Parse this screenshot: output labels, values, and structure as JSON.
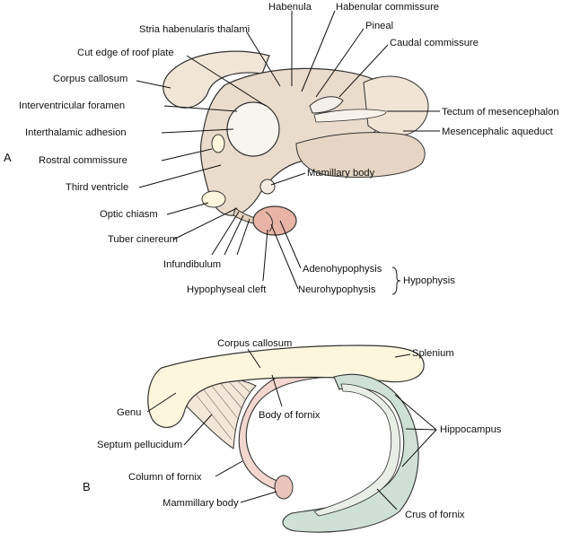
{
  "panel_a": {
    "letter": "A",
    "labels": {
      "habenula": "Habenula",
      "habenular_commissure": "Habenular commissure",
      "stria_habenularis": "Stria habenularis thalami",
      "pineal": "Pineal",
      "cut_edge": "Cut edge of roof plate",
      "caudal_commissure": "Caudal commissure",
      "corpus_callosum": "Corpus callosum",
      "interventricular_foramen": "Interventricular foramen",
      "tectum": "Tectum of mesencephalon",
      "interthalamic_adhesion": "Interthalamic adhesion",
      "mesencephalic_aqueduct": "Mesencephalic aqueduct",
      "rostral_commissure": "Rostral commissure",
      "mamillary_body": "Mamillary body",
      "third_ventricle": "Third ventricle",
      "optic_chiasm": "Optic chiasm",
      "tuber_cinereum": "Tuber cinereum",
      "infundibulum": "Infundibulum",
      "adenohypophysis": "Adenohypophysis",
      "hypophyseal_cleft": "Hypophyseal cleft",
      "neurohypophysis": "Neurohypophysis",
      "hypophysis": "Hypophysis"
    }
  },
  "panel_b": {
    "letter": "B",
    "labels": {
      "corpus_callosum": "Corpus callosum",
      "splenium": "Splenium",
      "genu": "Genu",
      "body_of_fornix": "Body of fornix",
      "hippocampus": "Hippocampus",
      "septum_pellucidum": "Septum pellucidum",
      "column_of_fornix": "Column of fornix",
      "mammillary_body": "Mammillary body",
      "crus_of_fornix": "Crus of fornix"
    }
  },
  "colors": {
    "tissue": "#e9dccd",
    "tissue_dark": "#d9c6b3",
    "cream": "#fbf6dc",
    "pink": "#efc8c3",
    "hypophysis": "#e8b4a6",
    "hippocampus_green": "#cfe0d6"
  }
}
